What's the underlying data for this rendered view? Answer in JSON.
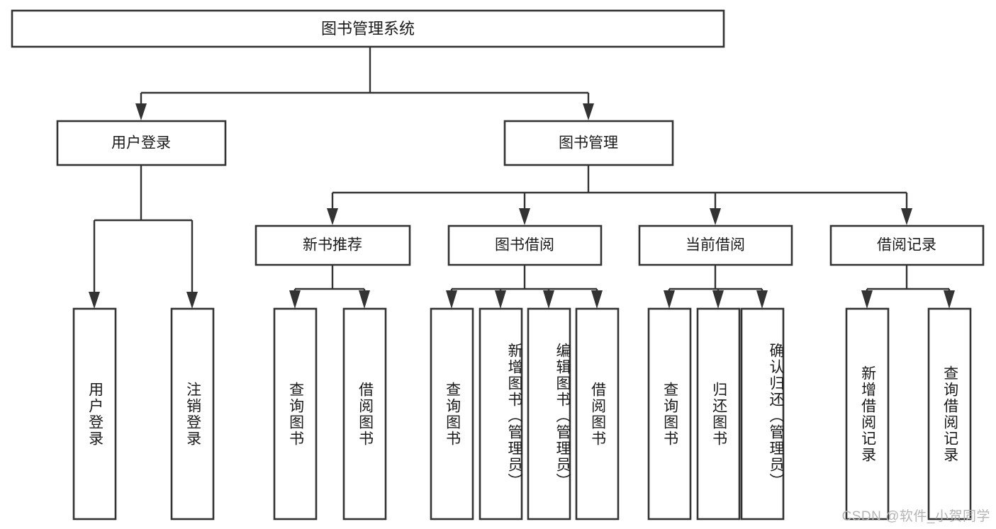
{
  "diagram": {
    "type": "tree-hierarchy",
    "title": "图书管理系统",
    "root": {
      "label": "图书管理系统"
    },
    "level2": [
      {
        "id": "user-login",
        "label": "用户登录"
      },
      {
        "id": "book-management",
        "label": "图书管理"
      }
    ],
    "level3": [
      {
        "id": "new-book-recommend",
        "label": "新书推荐",
        "parent": "book-management"
      },
      {
        "id": "book-borrow",
        "label": "图书借阅",
        "parent": "book-management"
      },
      {
        "id": "current-borrow",
        "label": "当前借阅",
        "parent": "book-management"
      },
      {
        "id": "borrow-record",
        "label": "借阅记录",
        "parent": "book-management"
      }
    ],
    "leaves": [
      {
        "id": "leaf-user-login",
        "label": "用户登录",
        "parent": "user-login"
      },
      {
        "id": "leaf-user-logout",
        "label": "注销登录",
        "parent": "user-login"
      },
      {
        "id": "leaf-query-book-1",
        "label": "查询图书",
        "parent": "new-book-recommend"
      },
      {
        "id": "leaf-borrow-book-1",
        "label": "借阅图书",
        "parent": "new-book-recommend"
      },
      {
        "id": "leaf-query-book-2",
        "label": "查询图书",
        "parent": "book-borrow"
      },
      {
        "id": "leaf-add-book",
        "label": "新增图书（管理员）",
        "parent": "book-borrow"
      },
      {
        "id": "leaf-edit-book",
        "label": "编辑图书（管理员）",
        "parent": "book-borrow"
      },
      {
        "id": "leaf-borrow-book-2",
        "label": "借阅图书",
        "parent": "book-borrow"
      },
      {
        "id": "leaf-query-book-3",
        "label": "查询图书",
        "parent": "current-borrow"
      },
      {
        "id": "leaf-return-book",
        "label": "归还图书",
        "parent": "current-borrow"
      },
      {
        "id": "leaf-confirm-return",
        "label": "确认归还（管理员）",
        "parent": "current-borrow"
      },
      {
        "id": "leaf-add-record",
        "label": "新增借阅记录",
        "parent": "borrow-record"
      },
      {
        "id": "leaf-query-record",
        "label": "查询借阅记录",
        "parent": "borrow-record"
      }
    ],
    "colors": {
      "box_stroke": "#333333",
      "box_fill": "#ffffff",
      "connector": "#333333",
      "text": "#1a1a1a",
      "watermark": "#b4b4b4",
      "background": "#ffffff"
    }
  },
  "watermark": {
    "text": "CSDN @软件_小贺同学"
  }
}
